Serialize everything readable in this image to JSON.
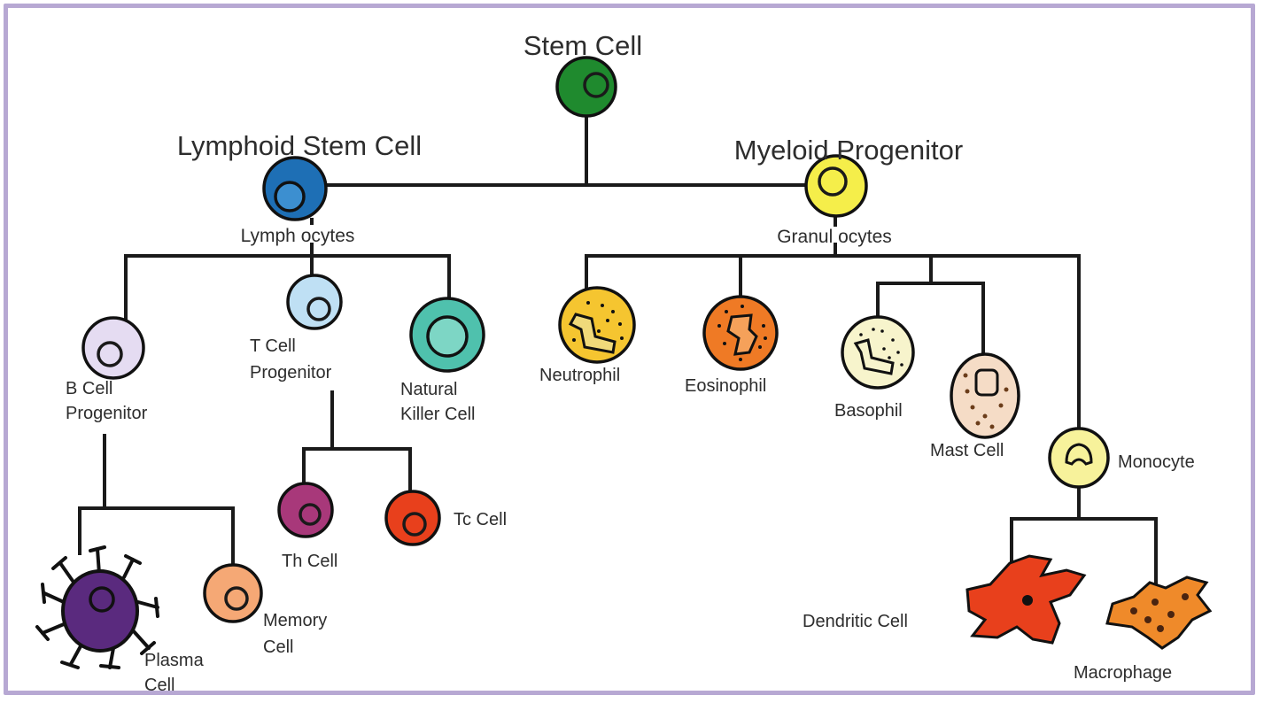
{
  "diagram": {
    "stem_cell": "Stem Cell",
    "lymphoid_stem_cell": "Lymphoid Stem Cell",
    "myeloid_progenitor": "Myeloid Progenitor",
    "lymphocytes": "Lymph ocytes",
    "granulocytes": "Granul ocytes",
    "b_cell_progenitor": [
      "B Cell",
      "Progenitor"
    ],
    "t_cell_progenitor": [
      "T Cell",
      "Progenitor"
    ],
    "natural_killer_cell": [
      "Natural",
      "Killer Cell"
    ],
    "th_cell": "Th Cell",
    "tc_cell": "Tc Cell",
    "plasma_cell": [
      "Plasma",
      "Cell"
    ],
    "memory_cell": [
      "Memory",
      "Cell"
    ],
    "neutrophil": "Neutrophil",
    "eosinophil": "Eosinophil",
    "basophil": "Basophil",
    "mast_cell": "Mast Cell",
    "monocyte": "Monocyte",
    "dendritic_cell": "Dendritic Cell",
    "macrophage": "Macrophage"
  },
  "colors": {
    "frame": "#b7a8d3",
    "stem": "#1f8a2e",
    "lymphoid": "#1e6fb5",
    "myeloid": "#f5ee4a",
    "b_cell": "#e5dcf2",
    "t_cell": "#bfe0f4",
    "nk_cell": "#4fc1ad",
    "th_cell": "#a8387a",
    "tc_cell": "#e8401c",
    "plasma": "#5a2a7e",
    "memory": "#f5a875",
    "neutrophil": "#f5c530",
    "eosinophil": "#ef7a25",
    "basophil": "#f7f4cc",
    "mast": "#f5dcc6",
    "monocyte": "#f7f29b",
    "dendritic": "#e8401c",
    "macrophage": "#ef8a2a"
  }
}
